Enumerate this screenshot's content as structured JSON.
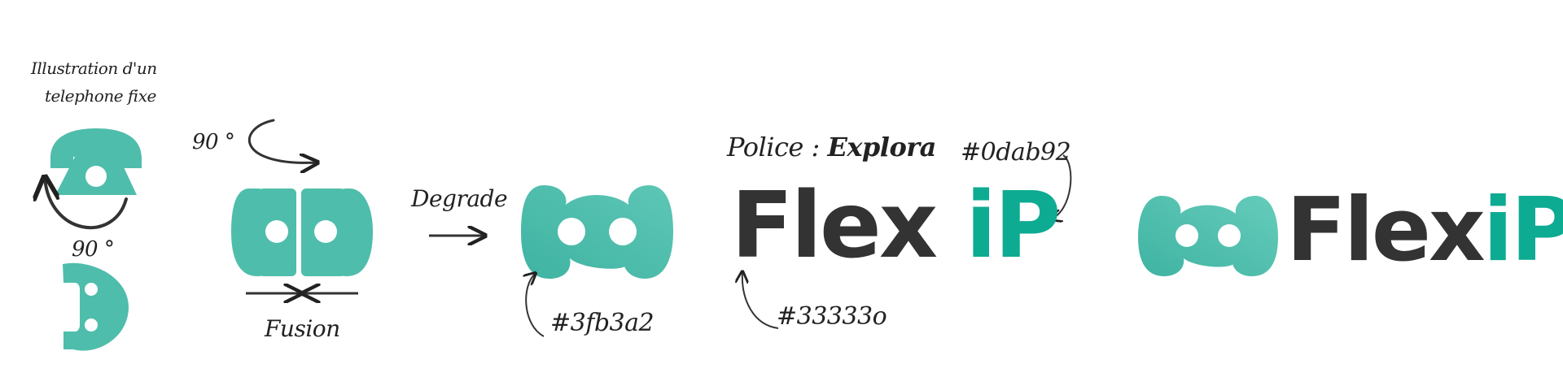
{
  "captions": {
    "illustration_line1": "Illustration d'un",
    "illustration_line2": "telephone fixe",
    "rotate_top": "90 °",
    "rotate_left": "90 °",
    "degrade": "Degrade",
    "fusion": "Fusion",
    "gradient_hex": "#3fb3a2",
    "police_prefix": "Police : ",
    "police_font": "Explora",
    "green_hex": "#0dab92",
    "dark_hex": "#33333o"
  },
  "logo": {
    "word_flex": "Flex",
    "word_ip": "iP"
  },
  "colors": {
    "teal": "#3fb3a2",
    "green": "#0dab92",
    "dark": "#333333",
    "annotation": "#222222"
  }
}
